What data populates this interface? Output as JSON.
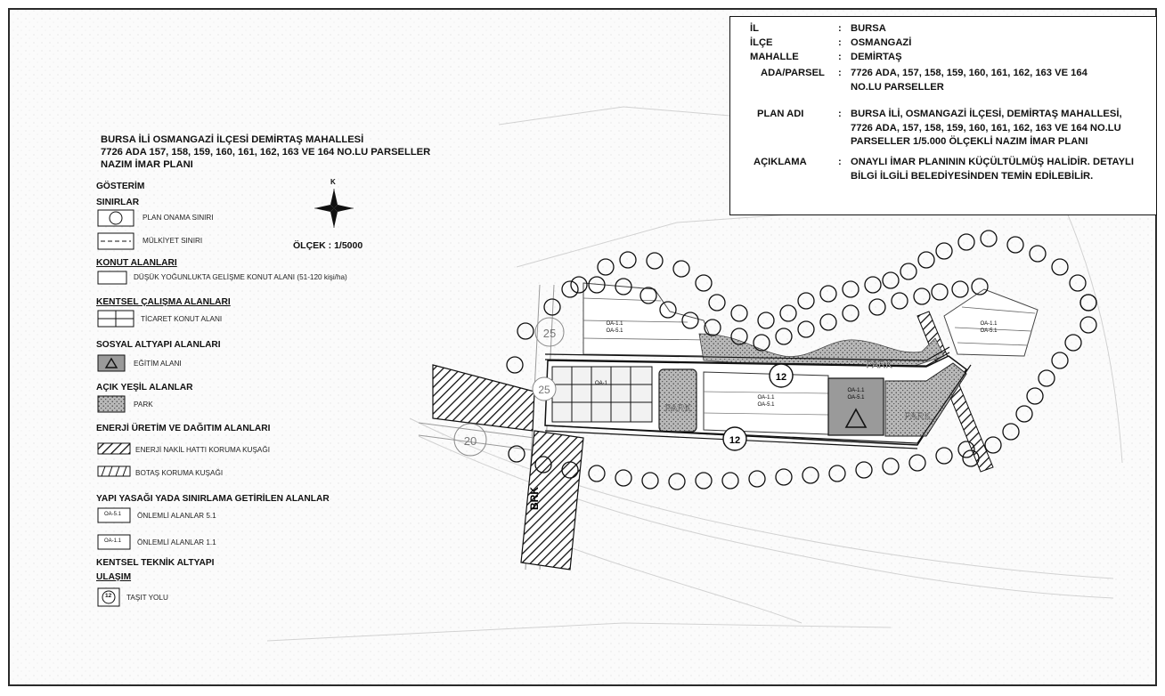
{
  "info": {
    "rows": [
      {
        "key": "İL",
        "value": "BURSA"
      },
      {
        "key": "İLÇE",
        "value": "OSMANGAZİ"
      },
      {
        "key": "MAHALLE",
        "value": "DEMİRTAŞ"
      },
      {
        "key": "ADA/PARSEL",
        "value": "7726 ADA, 157, 158, 159, 160, 161, 162, 163 VE 164 NO.LU PARSELLER"
      },
      {
        "key": "PLAN ADI",
        "value": "BURSA İLİ, OSMANGAZİ İLÇESİ, DEMİRTAŞ MAHALLESİ, 7726 ADA, 157, 158, 159, 160, 161, 162, 163 VE 164 NO.LU PARSELLER 1/5.000 ÖLÇEKLİ NAZIM İMAR PLANI"
      },
      {
        "key": "AÇIKLAMA",
        "value": "ONAYLI İMAR PLANININ KÜÇÜLTÜLMÜŞ HALİDİR. DETAYLI BİLGİ İLGİLİ BELEDİYESİNDEN TEMİN EDİLEBİLİR."
      }
    ],
    "colon": ":"
  },
  "legend": {
    "title_lines": [
      "BURSA İLİ OSMANGAZİ İLÇESİ DEMİRTAŞ MAHALLESİ",
      "7726 ADA 157, 158, 159, 160, 161, 162, 163 VE 164 NO.LU PARSELLER",
      "NAZIM İMAR PLANI"
    ],
    "gosterim": "GÖSTERİM",
    "sinirlar": "SINIRLAR",
    "plan_onama_siniri": "PLAN ONAMA SINIRI",
    "mulkiyet_siniri": "MÜLKİYET SINIRI",
    "konut_alanlari": "KONUT ALANLARI",
    "dusuk_yogunluk": "DÜŞÜK YOĞUNLUKTA GELİŞME KONUT ALANI (51-120 kişi/ha)",
    "kentsel_calisma": "KENTSEL ÇALIŞMA ALANLARI",
    "ticaret_konut": "TİCARET KONUT ALANI",
    "sosyal_altyapi": "SOSYAL ALTYAPI ALANLARI",
    "egitim_alani": "EĞİTİM ALANI",
    "acik_yesil": "AÇIK YEŞİL ALANLAR",
    "park": "PARK",
    "enerji": "ENERJİ ÜRETİM VE DAĞITIM ALANLARI",
    "enerji_nakil": "ENERJİ NAKİL HATTI KORUMA KUŞAĞI",
    "botas": "BOTAŞ KORUMA KUŞAĞI",
    "yapi_yasagi": "YAPI YASAĞI YADA SINIRLAMA GETİRİLEN ALANLAR",
    "oa51_code": "OA-5.1",
    "oa51": "ÖNLEMLİ ALANLAR 5.1",
    "oa11_code": "OA-1.1",
    "oa11": "ÖNLEMLİ ALANLAR 1.1",
    "teknik_altyapi": "KENTSEL TEKNİK ALTYAPI",
    "ulasim": "ULAŞIM",
    "tasit_code": "12",
    "tasit_yolu": "TAŞIT YOLU",
    "scale": "ÖLÇEK : 1/5000",
    "north": "K"
  },
  "map": {
    "park_label": "PARK",
    "oa11": "OA-1.1",
    "oa51": "OA-5.1",
    "oa1": "OA-1",
    "road_12": "12",
    "road_25": "25",
    "road_20": "20",
    "brk": "BRK"
  }
}
